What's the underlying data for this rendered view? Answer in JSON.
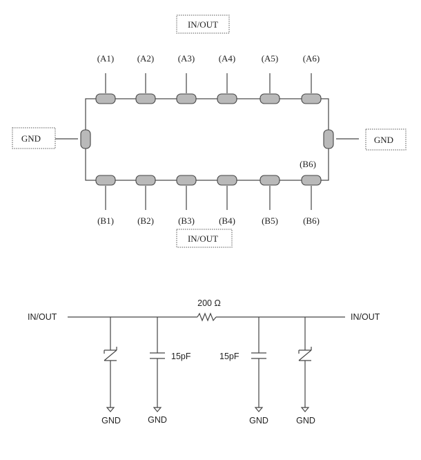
{
  "package_diagram": {
    "top_inout_label": "IN/OUT",
    "bottom_inout_label": "IN/OUT",
    "left_gnd_label": "GND",
    "right_gnd_label": "GND",
    "top_pins": [
      "(A1)",
      "(A2)",
      "(A3)",
      "(A4)",
      "(A5)",
      "(A6)"
    ],
    "bottom_pins": [
      "(B1)",
      "(B2)",
      "(B3)",
      "(B4)",
      "(B5)",
      "(B6)"
    ],
    "b6_upper_label": "(B6)"
  },
  "schematic": {
    "left_terminal": "IN/OUT",
    "right_terminal": "IN/OUT",
    "resistor_label": "200 Ω",
    "cap_left_label": "15pF",
    "cap_right_label": "15pF",
    "ground_labels": [
      "GND",
      "GND",
      "GND",
      "GND"
    ]
  }
}
